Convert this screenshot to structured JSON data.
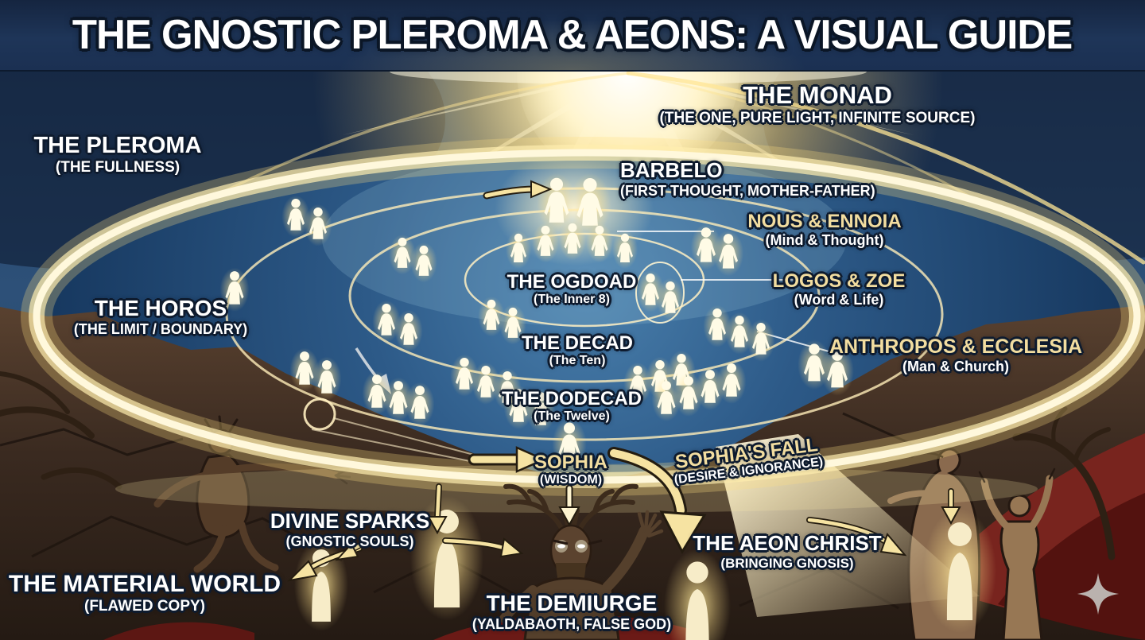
{
  "header": {
    "title": "THE GNOSTIC PLEROMA & AEONS: A VISUAL GUIDE"
  },
  "labels": {
    "monad": {
      "title": "THE MONAD",
      "subtitle": "(THE ONE, PURE LIGHT, INFINITE SOURCE)"
    },
    "pleroma": {
      "title": "THE PLEROMA",
      "subtitle": "(THE FULLNESS)"
    },
    "barbelo": {
      "title": "BARBELO",
      "subtitle": "(FIRST THOUGHT, MOTHER-FATHER)"
    },
    "nous_ennoia": {
      "title": "NOUS & ENNOIA",
      "subtitle": "(Mind & Thought)"
    },
    "logos_zoe": {
      "title": "LOGOS & ZOE",
      "subtitle": "(Word & Life)"
    },
    "ogdoad": {
      "title": "THE OGDOAD",
      "subtitle": "(The Inner 8)"
    },
    "horos": {
      "title": "THE HOROS",
      "subtitle": "(THE LIMIT / BOUNDARY)"
    },
    "decad": {
      "title": "THE DECAD",
      "subtitle": "(The Ten)"
    },
    "anthropos": {
      "title": "ANTHROPOS & ECCLESIA",
      "subtitle": "(Man & Church)"
    },
    "dodecad": {
      "title": "THE DODECAD",
      "subtitle": "(The Twelve)"
    },
    "sophia": {
      "title": "SOPHIA",
      "subtitle": "(WISDOM)"
    },
    "sophias_fall": {
      "title": "SOPHIA'S FALL",
      "subtitle": "(DESIRE & IGNORANCE)"
    },
    "divine_sparks": {
      "title": "DIVINE SPARKS",
      "subtitle": "(GNOSTIC SOULS)"
    },
    "material_world": {
      "title": "THE MATERIAL WORLD",
      "subtitle": "(FLAWED COPY)"
    },
    "aeon_christ": {
      "title": "THE AEON CHRIST",
      "subtitle": "(BRINGING GNOSIS)"
    },
    "demiurge": {
      "title": "THE DEMIURGE",
      "subtitle": "(YALDABAOTH, FALSE GOD)"
    }
  },
  "icons": {
    "watermark": "four-point-sparkle-icon"
  },
  "colors": {
    "gold_label": "#f2dda0",
    "label_outline": "#0e1b2e",
    "ring_glow": "#fff3c4",
    "sky_blue": "#2c4e76",
    "material_brown": "#3f2d22",
    "lava_red": "#7c241d",
    "header_bg": "#1c3050"
  }
}
